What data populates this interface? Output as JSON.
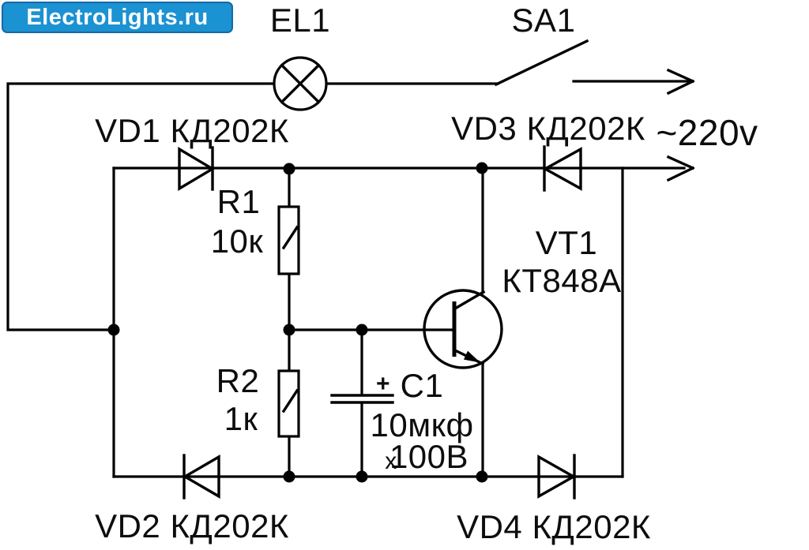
{
  "logo": {
    "text": "ElectroLights.ru"
  },
  "labels": {
    "lamp": "EL1",
    "switch": "SA1",
    "mains_voltage": "~220v",
    "diode_vd1": "VD1 КД202К",
    "diode_vd2": "VD2 КД202К",
    "diode_vd3": "VD3 КД202К",
    "diode_vd4": "VD4 КД202К",
    "resistor_r1_ref": "R1",
    "resistor_r1_value": "10к",
    "resistor_r2_ref": "R2",
    "resistor_r2_value": "1к",
    "capacitor_c1_ref": "C1",
    "capacitor_c1_polarity": "+",
    "capacitor_c1_value": "10мкф",
    "capacitor_c1_voltage_prefix": "х",
    "capacitor_c1_voltage": "100В",
    "transistor_vt1_ref": "VT1",
    "transistor_vt1_value": "КТ848А"
  },
  "colors": {
    "background": "#ffffff",
    "line": "#000000",
    "logo_background": "#1b92d2",
    "logo_border": "#1668a8",
    "logo_text": "#ffffff"
  }
}
